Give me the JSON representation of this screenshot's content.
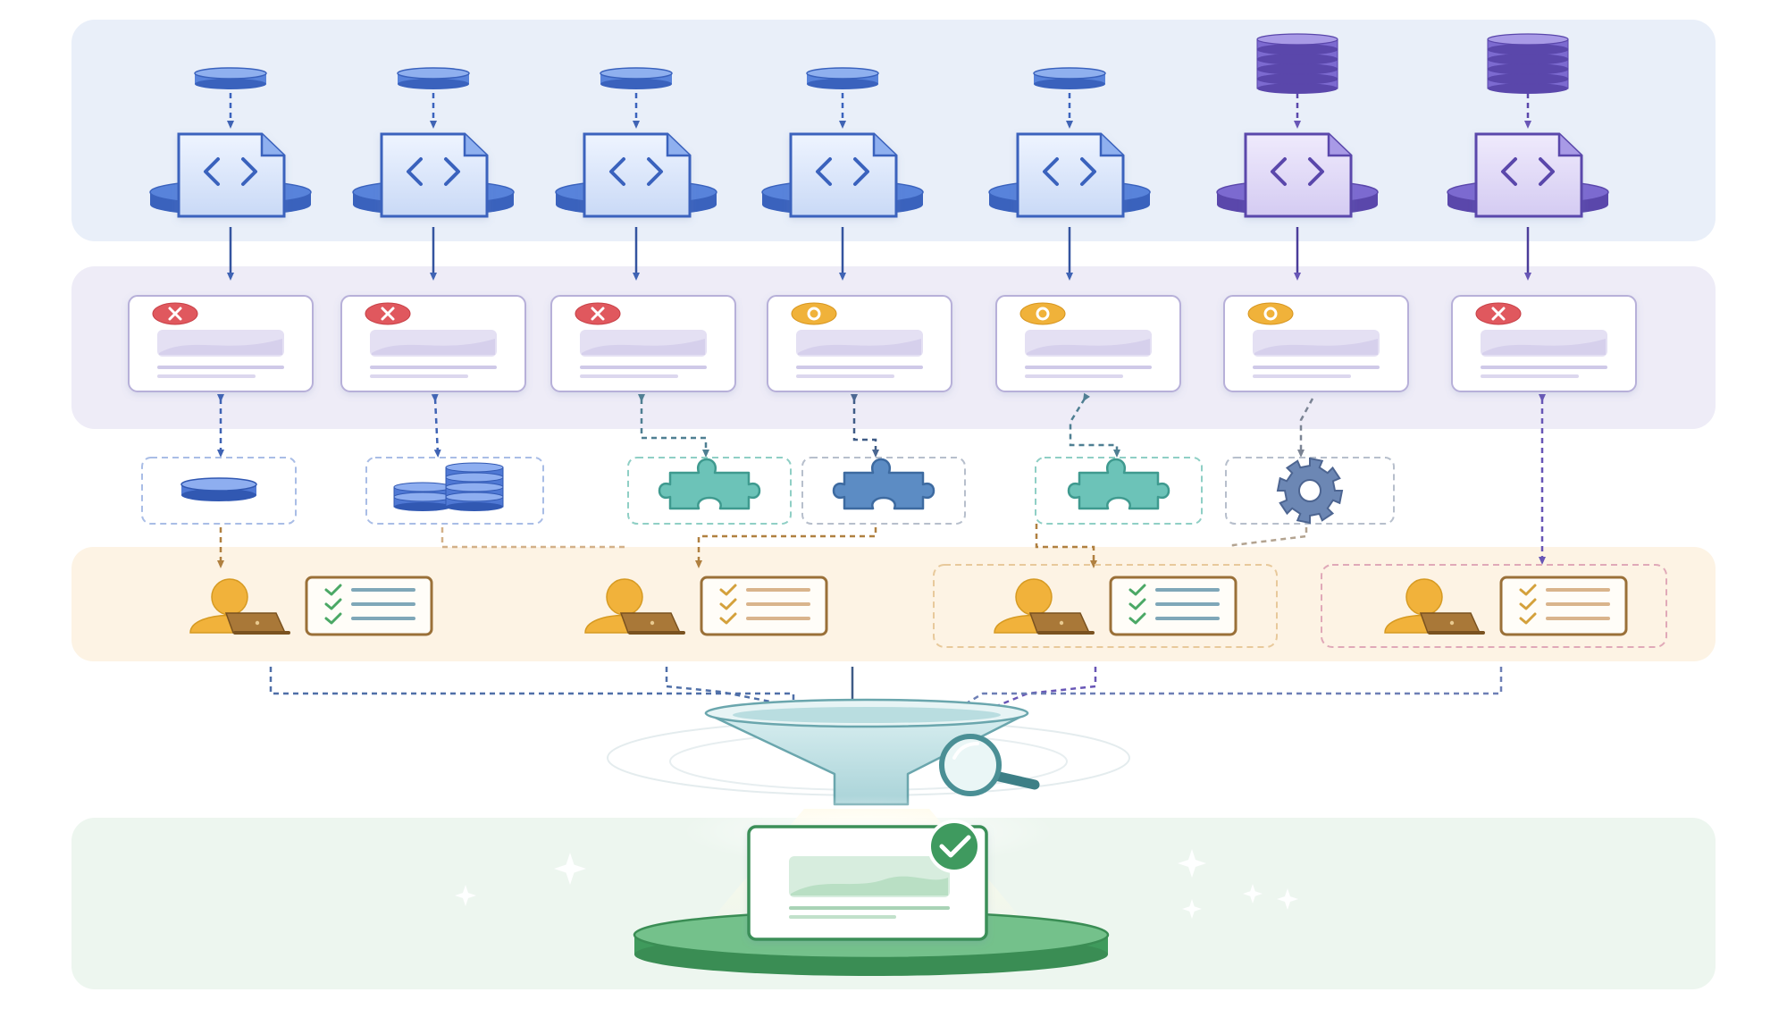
{
  "colors": {
    "blue_band": "#eaf0fb",
    "purple_band": "#efedf8",
    "orange_band": "#fdf3e3",
    "green_band": "#ecf6ee",
    "blue_primary": "#4f78d4",
    "purple_primary": "#7a69c8",
    "error": "#e0585e",
    "warning": "#f0b23a",
    "success": "#3d9a5f",
    "teal": "#6cc3b8",
    "steel_blue": "#5c8cc4",
    "gear": "#6c87b4",
    "reviewer_orange": "#f1b23b",
    "laptop": "#a97838"
  },
  "sources": [
    {
      "db": "single-disc",
      "tone": "blue"
    },
    {
      "db": "single-disc",
      "tone": "blue"
    },
    {
      "db": "single-disc",
      "tone": "blue"
    },
    {
      "db": "single-disc",
      "tone": "blue"
    },
    {
      "db": "single-disc",
      "tone": "blue"
    },
    {
      "db": "stack",
      "tone": "purple"
    },
    {
      "db": "stack",
      "tone": "purple"
    }
  ],
  "cards": [
    {
      "status": "error",
      "icon": "x-icon"
    },
    {
      "status": "error",
      "icon": "x-icon"
    },
    {
      "status": "error",
      "icon": "x-icon"
    },
    {
      "status": "pending",
      "icon": "circle-icon"
    },
    {
      "status": "pending",
      "icon": "circle-icon"
    },
    {
      "status": "pending",
      "icon": "circle-icon"
    },
    {
      "status": "error",
      "icon": "x-icon"
    }
  ],
  "resources": [
    {
      "icon": "database-disc-icon",
      "border": "blue"
    },
    {
      "icon": "database-stacks-icon",
      "border": "blue"
    },
    {
      "icon": "puzzle-piece-icon",
      "color": "teal",
      "border": "teal"
    },
    {
      "icon": "puzzle-piece-icon",
      "color": "steel",
      "border": "gray"
    },
    {
      "icon": "puzzle-piece-icon",
      "color": "teal",
      "border": "teal"
    },
    {
      "icon": "gear-icon",
      "border": "gray"
    }
  ],
  "reviewers": [
    {
      "icon": "reviewer-icon",
      "checklist": "green-checks"
    },
    {
      "icon": "reviewer-icon",
      "checklist": "orange-checks"
    },
    {
      "icon": "reviewer-icon",
      "checklist": "green-checks"
    },
    {
      "icon": "reviewer-icon",
      "checklist": "orange-checks"
    }
  ],
  "filter": {
    "icon": "funnel-icon",
    "lens": "magnifier-icon"
  },
  "result": {
    "icon": "approved-document-icon",
    "badge": "check-badge-icon"
  }
}
